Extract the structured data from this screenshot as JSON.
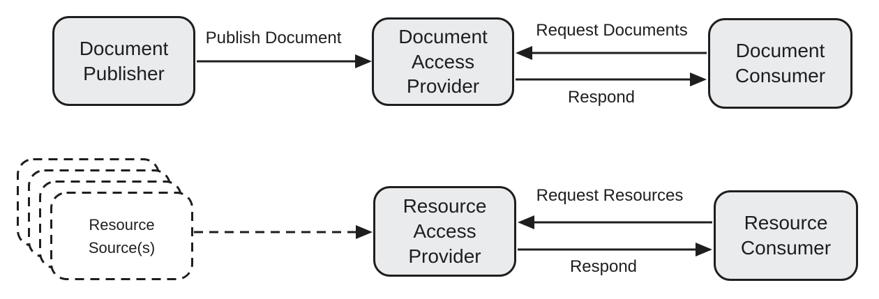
{
  "diagram": {
    "colors": {
      "node_fill": "#e9ebed",
      "stroke": "#1e1e1e",
      "background": "#ffffff"
    },
    "nodes": {
      "document_publisher": {
        "label": "Document\nPublisher"
      },
      "document_access_provider": {
        "label": "Document\nAccess\nProvider"
      },
      "document_consumer": {
        "label": "Document\nConsumer"
      },
      "resource_sources": {
        "label": "Resource\nSource(s)",
        "style": "dashed-stack",
        "card_count": 4
      },
      "resource_access_provider": {
        "label": "Resource\nAccess\nProvider"
      },
      "resource_consumer": {
        "label": "Resource\nConsumer"
      }
    },
    "edges": {
      "publish_document": {
        "label": "Publish Document",
        "from": "document_publisher",
        "to": "document_access_provider",
        "style": "solid"
      },
      "request_documents": {
        "label": "Request Documents",
        "from": "document_consumer",
        "to": "document_access_provider",
        "style": "solid"
      },
      "respond_documents": {
        "label": "Respond",
        "from": "document_access_provider",
        "to": "document_consumer",
        "style": "solid"
      },
      "resource_feed": {
        "label": "",
        "from": "resource_sources",
        "to": "resource_access_provider",
        "style": "dashed"
      },
      "request_resources": {
        "label": "Request Resources",
        "from": "resource_consumer",
        "to": "resource_access_provider",
        "style": "solid"
      },
      "respond_resources": {
        "label": "Respond",
        "from": "resource_access_provider",
        "to": "resource_consumer",
        "style": "solid"
      }
    }
  }
}
